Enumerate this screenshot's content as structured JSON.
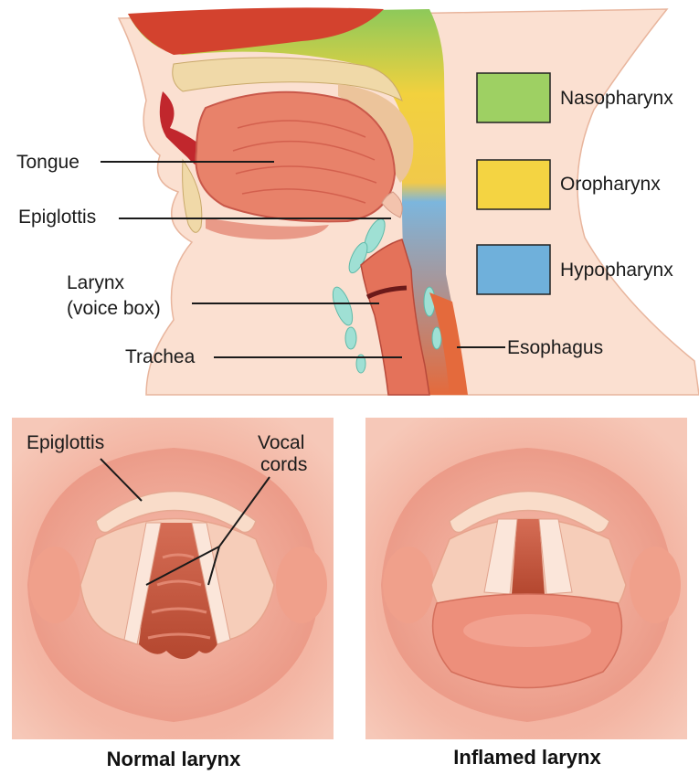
{
  "colors": {
    "nasopharynx": "#9ed063",
    "oropharynx": "#f4d442",
    "hypopharynx": "#6fb0db",
    "tissue": "#f2a18d",
    "skin": "#fbe0d1"
  },
  "legend": [
    {
      "label": "Nasopharynx",
      "color": "#9ed063"
    },
    {
      "label": "Oropharynx",
      "color": "#f4d442"
    },
    {
      "label": "Hypopharynx",
      "color": "#6fb0db"
    }
  ],
  "labels": {
    "tongue": "Tongue",
    "epiglottis": "Epiglottis",
    "larynx_line1": "Larynx",
    "larynx_line2": "(voice box)",
    "trachea": "Trachea",
    "esophagus": "Esophagus",
    "epiglottis_detail": "Epiglottis",
    "vocal_line1": "Vocal",
    "vocal_line2": "cords"
  },
  "captions": {
    "normal": "Normal larynx",
    "inflamed": "Inflamed larynx"
  }
}
